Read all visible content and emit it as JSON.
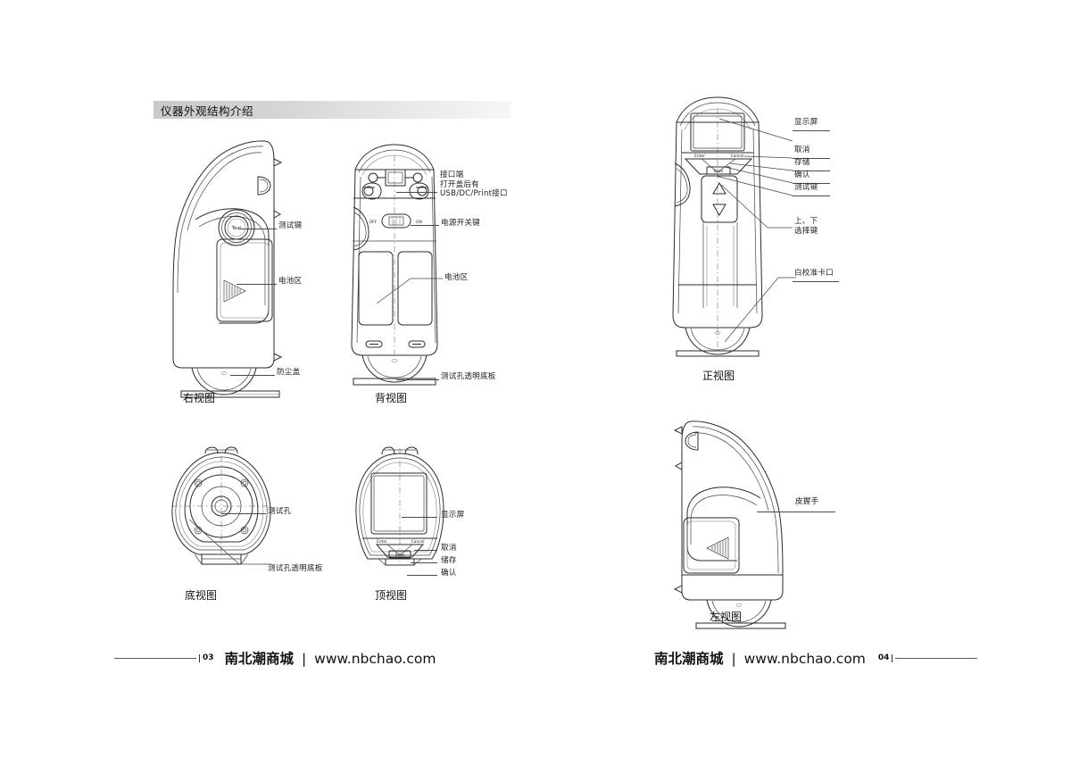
{
  "document": {
    "section_title": "仪器外观结构介绍"
  },
  "views": {
    "right": {
      "caption": "右视图",
      "labels": {
        "test_key": "测试键",
        "battery": "电池区",
        "dust_cover": "防尘盖"
      },
      "button_text": "Test"
    },
    "back": {
      "caption": "背视图",
      "labels": {
        "port": "接口端\n打开盖后有\nUSB/DC/Print接口",
        "power_switch": "电源开关键",
        "battery": "电池区",
        "test_window": "测试孔透明底板"
      },
      "switch_off": "OFF",
      "switch_on": "ON"
    },
    "bottom": {
      "caption": "底视图",
      "labels": {
        "test_hole": "测试孔",
        "test_window": "测试孔透明底板"
      }
    },
    "top": {
      "caption": "顶视图",
      "labels": {
        "display": "显示屏",
        "cancel": "取消",
        "save": "储存",
        "confirm": "确认"
      },
      "key_enter": "Enter",
      "key_cancel": "Cancel",
      "key_save": "Save"
    },
    "front": {
      "caption": "正视图",
      "labels": {
        "display": "显示屏",
        "cancel": "取消",
        "save": "存储",
        "confirm": "确认",
        "test_key": "测试键",
        "updown_keys": "上、下\n选择键",
        "calibration_port": "白校准卡口"
      },
      "key_enter": "Enter",
      "key_cancel": "Cancel",
      "key_save": "Save"
    },
    "left": {
      "caption": "左视图",
      "labels": {
        "hand_strap": "皮握手"
      }
    }
  },
  "footers": {
    "left": {
      "page_number": "03",
      "brand": "南北潮商城",
      "separator": "|",
      "url": "www.nbchao.com"
    },
    "right": {
      "page_number": "04",
      "brand": "南北潮商城",
      "separator": "|",
      "url": "www.nbchao.com"
    }
  }
}
